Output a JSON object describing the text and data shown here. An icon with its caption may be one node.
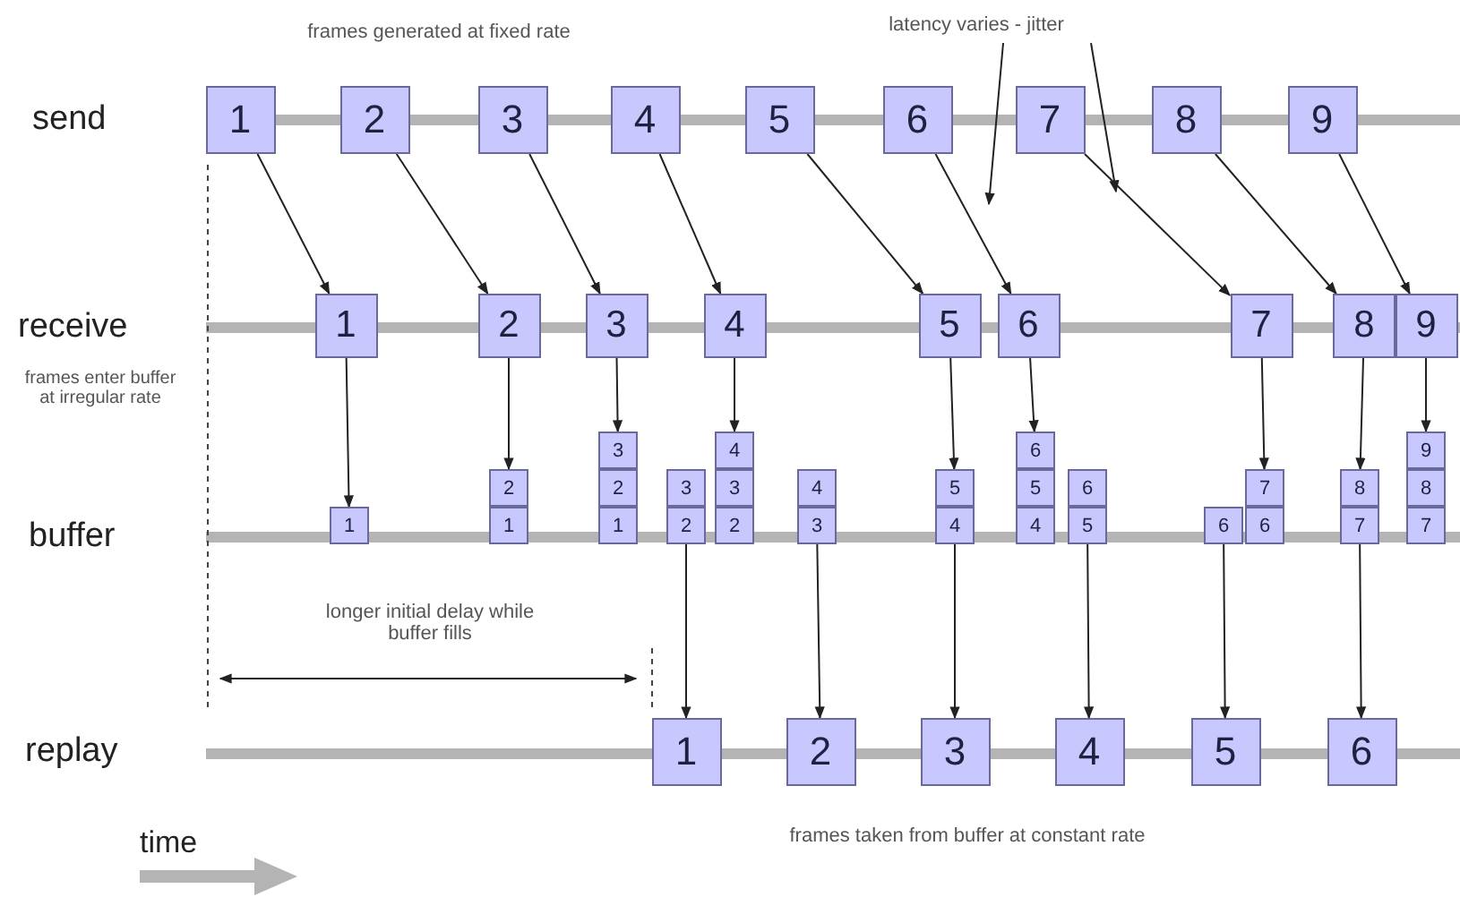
{
  "diagram": {
    "nodes": [
      {
        "text": [
          "1"
        ]
      },
      {
        "text": [
          "2"
        ]
      },
      {
        "text": [
          "3"
        ]
      },
      {
        "text": [
          "4"
        ]
      },
      {
        "text": [
          "5"
        ]
      },
      {
        "text": [
          "6"
        ]
      },
      {
        "text": [
          "7"
        ]
      },
      {
        "text": [
          "8"
        ]
      },
      {
        "text": [
          "9"
        ]
      },
      {
        "text": [
          "1"
        ]
      },
      {
        "text": [
          "2"
        ]
      },
      {
        "text": [
          "3"
        ]
      },
      {
        "text": [
          "4"
        ]
      },
      {
        "text": [
          "5"
        ]
      },
      {
        "text": [
          "6"
        ]
      },
      {
        "text": [
          "7"
        ]
      },
      {
        "text": [
          "8"
        ]
      },
      {
        "text": [
          "9"
        ]
      },
      {
        "text": [
          "1"
        ]
      },
      {
        "text": [
          "1"
        ]
      },
      {
        "text": [
          "2"
        ]
      },
      {
        "text": [
          "1"
        ]
      },
      {
        "text": [
          "2"
        ]
      },
      {
        "text": [
          "3"
        ]
      },
      {
        "text": [
          "2"
        ]
      },
      {
        "text": [
          "3"
        ]
      },
      {
        "text": [
          "2"
        ]
      },
      {
        "text": [
          "3"
        ]
      },
      {
        "text": [
          "4"
        ]
      },
      {
        "text": [
          "3"
        ]
      },
      {
        "text": [
          "4"
        ]
      },
      {
        "text": [
          "4"
        ]
      },
      {
        "text": [
          "5"
        ]
      },
      {
        "text": [
          "4"
        ]
      },
      {
        "text": [
          "5"
        ]
      },
      {
        "text": [
          "6"
        ]
      },
      {
        "text": [
          "5"
        ]
      },
      {
        "text": [
          "6"
        ]
      },
      {
        "text": [
          "6"
        ]
      },
      {
        "text": [
          "6"
        ]
      },
      {
        "text": [
          "7"
        ]
      },
      {
        "text": [
          "7"
        ]
      },
      {
        "text": [
          "8"
        ]
      },
      {
        "text": [
          "7"
        ]
      },
      {
        "text": [
          "8"
        ]
      },
      {
        "text": [
          "9"
        ]
      },
      {
        "text": [
          "1"
        ]
      },
      {
        "text": [
          "2"
        ]
      },
      {
        "text": [
          "3"
        ]
      },
      {
        "text": [
          "4"
        ]
      },
      {
        "text": [
          "5"
        ]
      },
      {
        "text": [
          "6"
        ]
      },
      {
        "text": [
          "latency varies - jitter"
        ]
      }
    ],
    "edges": [
      {
        "from": 0,
        "to": 9,
        "arrow": "to"
      },
      {
        "from": 1,
        "to": 10,
        "arrow": "to"
      },
      {
        "from": 2,
        "to": 11,
        "arrow": "to"
      },
      {
        "from": 3,
        "to": 12,
        "arrow": "to"
      },
      {
        "from": 4,
        "to": 13,
        "arrow": "to"
      },
      {
        "from": 5,
        "to": 14,
        "arrow": "to"
      },
      {
        "from": 6,
        "to": 15,
        "arrow": "to"
      },
      {
        "from": 7,
        "to": 16,
        "arrow": "to"
      },
      {
        "from": 8,
        "to": 17,
        "arrow": "to"
      },
      {
        "from": 9,
        "to": 18,
        "arrow": "to"
      },
      {
        "from": 10,
        "to": 20,
        "arrow": "to"
      },
      {
        "from": 11,
        "to": 23,
        "arrow": "to"
      },
      {
        "from": 12,
        "to": 28,
        "arrow": "to"
      },
      {
        "from": 13,
        "to": 32,
        "arrow": "to"
      },
      {
        "from": 14,
        "to": 35,
        "arrow": "to"
      },
      {
        "from": 15,
        "to": 40,
        "arrow": "to"
      },
      {
        "from": 16,
        "to": 42,
        "arrow": "to"
      },
      {
        "from": 17,
        "to": 45,
        "arrow": "to"
      },
      {
        "from": 24,
        "to": 46,
        "arrow": "to"
      },
      {
        "from": 29,
        "to": 47,
        "arrow": "to"
      },
      {
        "from": 31,
        "to": 48,
        "arrow": "to"
      },
      {
        "from": 36,
        "to": 49,
        "arrow": "to"
      },
      {
        "from": 38,
        "to": 50,
        "arrow": "to"
      },
      {
        "from": 41,
        "to": 51,
        "arrow": "to"
      },
      {
        "from": 52,
        "to": null,
        "arrow": "to"
      },
      {
        "from": 52,
        "to": null,
        "arrow": "to"
      }
    ],
    "labels": [
      "frames generated at fixed rate",
      "send",
      "receive",
      "frames enter buffer at irregular rate",
      "buffer",
      "longer initial delay while buffer fills",
      "replay",
      "time",
      "frames taken from buffer at constant rate"
    ]
  }
}
